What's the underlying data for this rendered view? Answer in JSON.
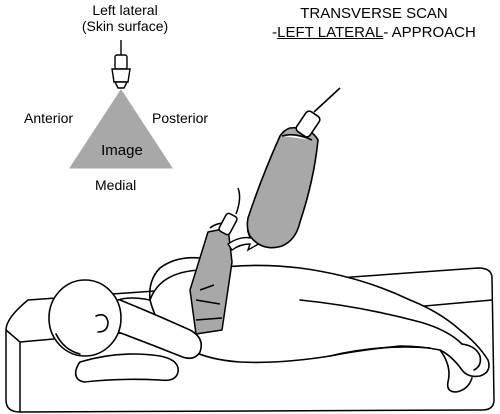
{
  "legend": {
    "probe_position_line1": "Left lateral",
    "probe_position_line2": "(Skin surface)",
    "anterior": "Anterior",
    "posterior": "Posterior",
    "medial": "Medial",
    "image": "Image"
  },
  "scan_title": {
    "line1": "TRANSVERSE SCAN",
    "line2_prefix": "-",
    "line2_underlined": "LEFT LATERAL",
    "line2_suffix": "- APPROACH"
  },
  "colors": {
    "image_fill": "#a8a8a8",
    "line": "#000000",
    "background": "#ffffff"
  }
}
